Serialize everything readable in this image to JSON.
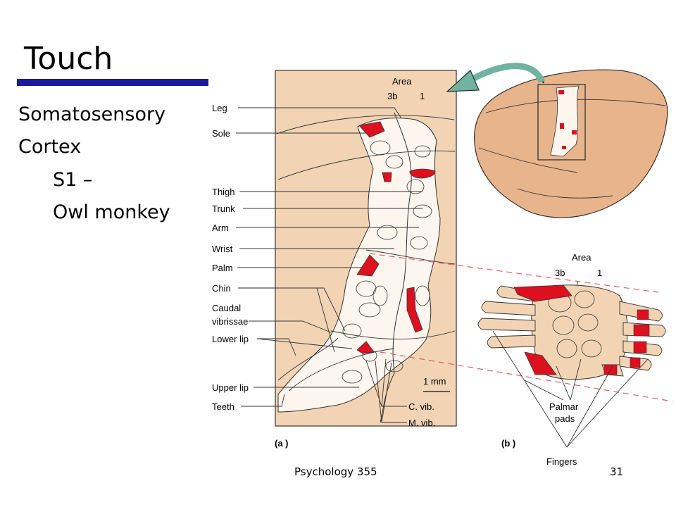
{
  "slide": {
    "title": "Touch",
    "bullets": {
      "line1": "Somatosensory",
      "line2": "Cortex",
      "line3": "S1 –",
      "line4": "Owl monkey"
    },
    "footer": {
      "course": "Psychology 355",
      "page": "31"
    }
  },
  "figure": {
    "panel_a": {
      "area_title": "Area",
      "area_3b": "3b",
      "area_1": "1",
      "labels": [
        "Leg",
        "Sole",
        "Thigh",
        "Trunk",
        "Arm",
        "Wrist",
        "Palm",
        "Chin",
        "Caudal",
        "vibrissae",
        "Lower lip",
        "Upper lip",
        "Teeth"
      ],
      "scale": "1 mm",
      "c_vib": "C. vib.",
      "m_vib": "M. vib.",
      "caption": "(a )"
    },
    "panel_b": {
      "area_title": "Area",
      "area_3b": "3b",
      "area_1": "1",
      "palmar_line1": "Palmar",
      "palmar_line2": "pads",
      "fingers": "Fingers",
      "caption": "(b )"
    },
    "colors": {
      "tan": "#f2d4b4",
      "cortex": "#fcf6ef",
      "red": "#dd1020",
      "arrow": "#6fb3a0",
      "title_bar": "#1a1a9a"
    }
  }
}
